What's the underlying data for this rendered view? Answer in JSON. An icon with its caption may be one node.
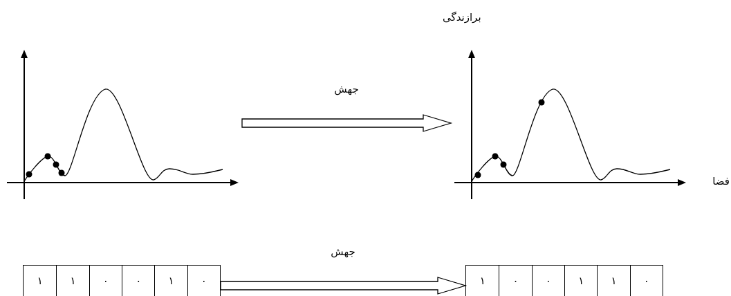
{
  "diagram": {
    "nodes": [
      {
        "text": [],
        "shape": "picture"
      },
      {
        "text": [],
        "shape": "picture"
      },
      {
        "text": [],
        "shape": "box"
      },
      {
        "text": [
          "١"
        ],
        "in": 2
      },
      {
        "text": [
          "١"
        ],
        "in": 2
      },
      {
        "text": [
          "٠"
        ],
        "in": 2
      },
      {
        "text": [
          "٠"
        ],
        "in": 2
      },
      {
        "text": [
          "١"
        ],
        "in": 2
      },
      {
        "text": [
          "٠"
        ],
        "in": 2
      },
      {
        "text": [],
        "shape": "box"
      },
      {
        "text": [
          "١"
        ],
        "in": 9
      },
      {
        "text": [
          "٠"
        ],
        "in": 9
      },
      {
        "text": [
          "٠"
        ],
        "in": 9
      },
      {
        "text": [
          "١"
        ],
        "in": 9
      },
      {
        "text": [
          "١"
        ],
        "in": 9
      },
      {
        "text": [
          "٠"
        ],
        "in": 9
      }
    ],
    "edges": [
      {
        "from": 0,
        "to": 1,
        "arrow": "to",
        "label": "جهش"
      },
      {
        "from": 2,
        "to": 9,
        "arrow": "to",
        "label": "جهش"
      }
    ],
    "labels": [
      "برازندگی",
      "فضا"
    ]
  }
}
